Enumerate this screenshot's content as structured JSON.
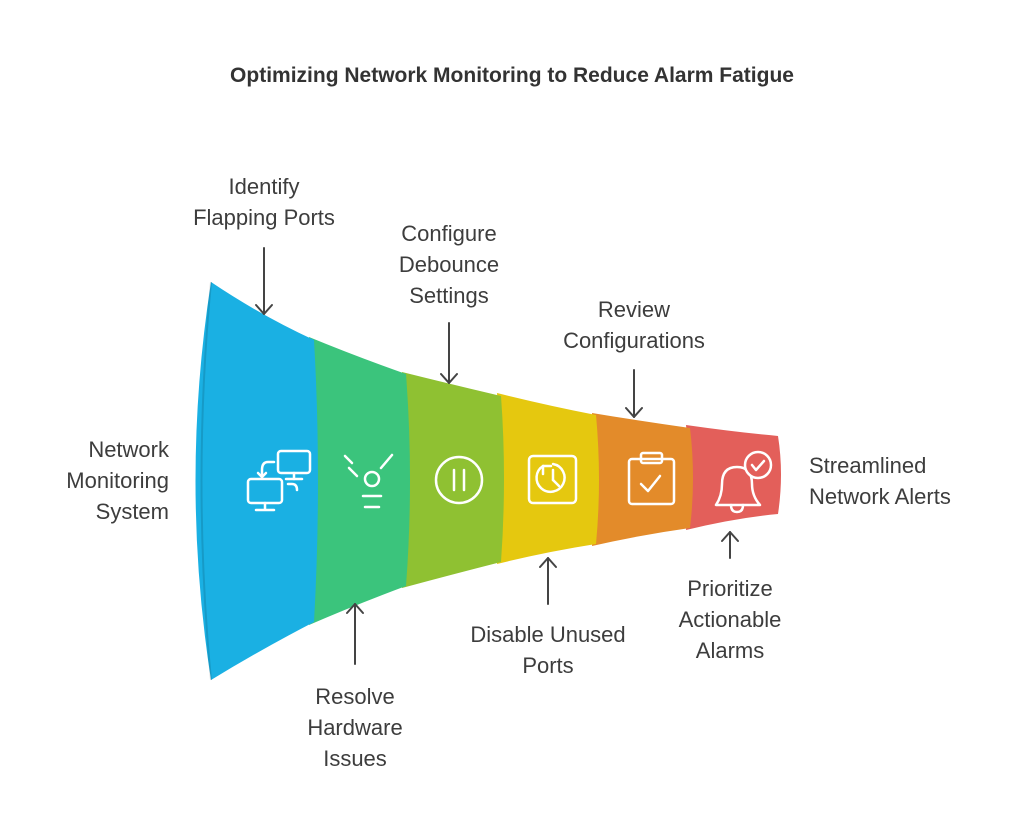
{
  "title": "Optimizing Network Monitoring to Reduce Alarm Fatigue",
  "input_label": [
    "Network",
    "Monitoring",
    "System"
  ],
  "output_label": [
    "Streamlined",
    "Network Alerts"
  ],
  "stages": [
    {
      "label": [
        "Identify",
        "Flapping Ports"
      ],
      "color": "#1ab0e3",
      "icon": "monitor-sync-icon",
      "position": "top"
    },
    {
      "label": [
        "Resolve",
        "Hardware",
        "Issues"
      ],
      "color": "#3bc47c",
      "icon": "lightbulb-icon",
      "position": "bottom"
    },
    {
      "label": [
        "Configure",
        "Debounce",
        "Settings"
      ],
      "color": "#8fc132",
      "icon": "pause-icon",
      "position": "top"
    },
    {
      "label": [
        "Disable Unused",
        "Ports"
      ],
      "color": "#e5c80f",
      "icon": "refresh-icon",
      "position": "bottom"
    },
    {
      "label": [
        "Review",
        "Configurations"
      ],
      "color": "#e38b2a",
      "icon": "clipboard-check-icon",
      "position": "top"
    },
    {
      "label": [
        "Prioritize",
        "Actionable",
        "Alarms"
      ],
      "color": "#e35f5a",
      "icon": "bell-check-icon",
      "position": "bottom"
    }
  ]
}
